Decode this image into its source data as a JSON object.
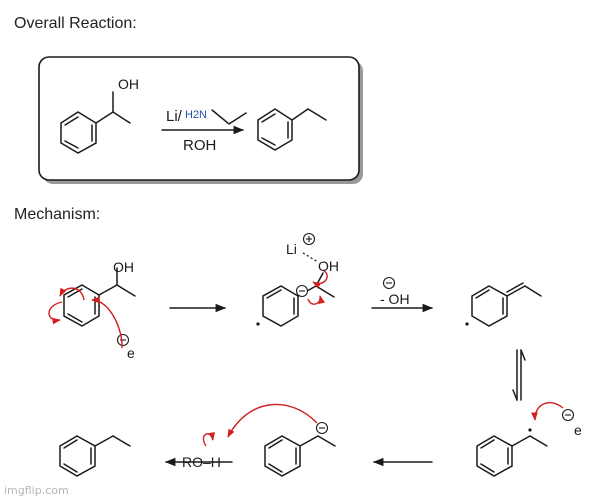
{
  "headers": {
    "overall": "Overall Reaction:",
    "mechanism": "Mechanism:"
  },
  "overall_reaction": {
    "reactant_label": "OH",
    "reagent_above": "Li/",
    "reagent_amine": "H2N",
    "reagent_below": "ROH"
  },
  "mechanism": {
    "step1_hydroxyl": "OH",
    "electron": "e",
    "lithium": "Li",
    "step2_hydroxyl": "OH",
    "loss_label": "- OH",
    "alcohol_proton": "RO–H",
    "electron_2": "e"
  },
  "colors": {
    "arrow_push": "#d21f1f",
    "amine": "#1f4fa8",
    "ink": "#1a1a1a"
  },
  "watermark": "imgflip.com"
}
